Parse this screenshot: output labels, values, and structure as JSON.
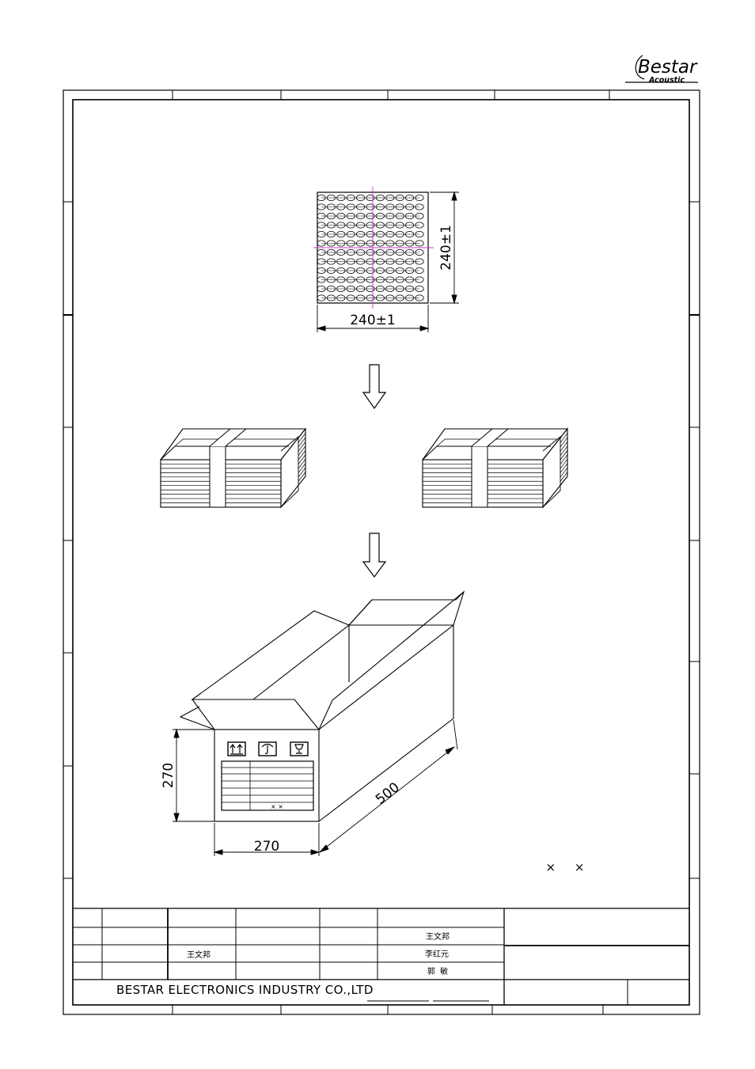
{
  "logo": {
    "name": "Bestar",
    "sub": "Acoustic"
  },
  "tray": {
    "width_label": "240±1",
    "height_label": "240±1"
  },
  "carton": {
    "height_label": "270",
    "width_label": "270",
    "length_label": "500",
    "label_marks": "× ×"
  },
  "note_marks": "×     ×",
  "title_block": {
    "names": [
      "王文邦",
      "李红元",
      "郭  敏"
    ],
    "drawn_by": "王文邦",
    "company": "BESTAR ELECTRONICS INDUSTRY CO.,LTD"
  },
  "colors": {
    "line": "#000000",
    "centerline": "#c040c0"
  }
}
